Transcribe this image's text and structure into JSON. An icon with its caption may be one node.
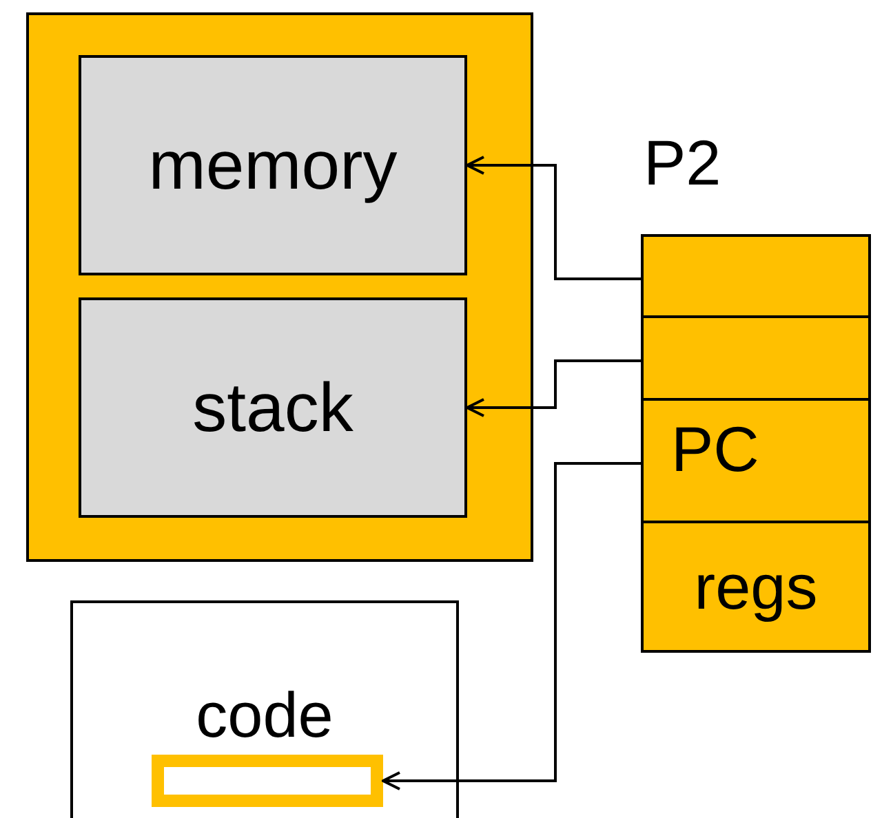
{
  "diagram": {
    "nodes": [
      {
        "text": [],
        "shape": "box"
      },
      {
        "text": [
          "memory"
        ],
        "in": 0
      },
      {
        "text": [
          "stack"
        ],
        "in": 0
      },
      {
        "text": [
          "P2"
        ]
      },
      {
        "text": [],
        "shape": "box",
        "in": 3
      },
      {
        "text": [],
        "shape": "box",
        "in": 3
      },
      {
        "text": [
          "PC"
        ],
        "in": 3
      },
      {
        "text": [
          "regs"
        ],
        "in": 3
      },
      {
        "text": [
          "code"
        ]
      },
      {
        "text": [],
        "shape": "box",
        "in": 8
      }
    ],
    "edges": [
      {
        "from": 4,
        "to": 1,
        "arrow": "to"
      },
      {
        "from": 5,
        "to": 2,
        "arrow": "to"
      },
      {
        "from": 6,
        "to": 9,
        "arrow": "to"
      }
    ]
  }
}
